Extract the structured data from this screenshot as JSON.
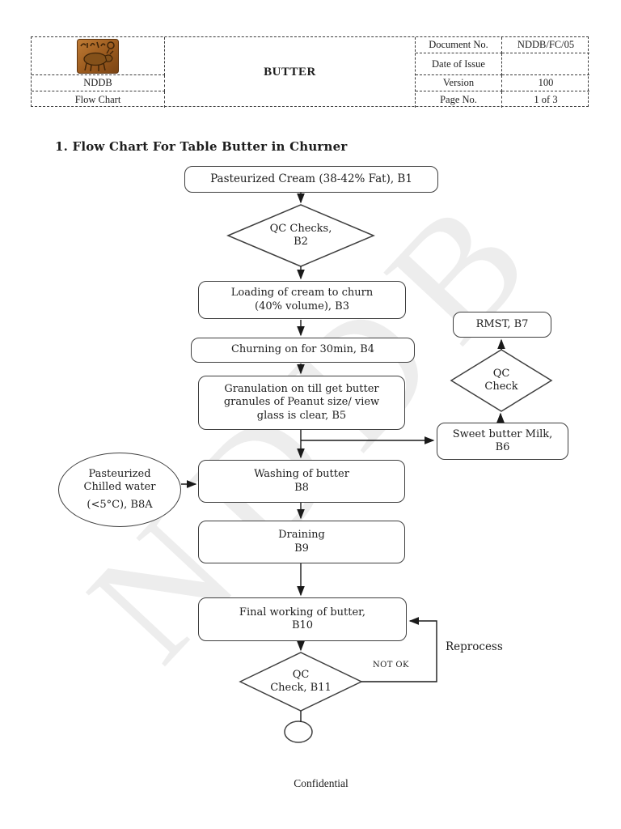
{
  "header": {
    "org": "NDDB",
    "doc_type": "Flow Chart",
    "product": "BUTTER",
    "logo": "nddb-seal-logo",
    "fields": [
      {
        "label": "Document No.",
        "value": "NDDB/FC/05"
      },
      {
        "label": "Date of Issue",
        "value": ""
      },
      {
        "label": "Version",
        "value": "100"
      },
      {
        "label": "Page No.",
        "value": "1 of 3"
      }
    ]
  },
  "title": "1. Flow Chart For  Table Butter in Churner",
  "flowchart": {
    "nodes": {
      "b1": {
        "line1": "Pasteurized Cream (38-42% Fat), B1"
      },
      "b2": {
        "line1": "QC Checks,",
        "line2": "B2"
      },
      "b3": {
        "line1": "Loading of cream to churn",
        "line2": "(40% volume), B3"
      },
      "b4": {
        "line1": "Churning on for 30min, B4"
      },
      "b5": {
        "line1": "Granulation on till get butter",
        "line2": "granules of Peanut size/ view",
        "line3": "glass is clear, B5"
      },
      "b6": {
        "line1": "Sweet butter Milk,",
        "line2": "B6"
      },
      "b7": {
        "line1": "RMST, B7"
      },
      "qc7": {
        "line1": "QC",
        "line2": "Check"
      },
      "b8a": {
        "line1": "Pasteurized",
        "line2": "Chilled water",
        "line3": "(<5°C), B8A"
      },
      "b8": {
        "line1": "Washing of butter",
        "line2": "B8"
      },
      "b9": {
        "line1": "Draining",
        "line2": "B9"
      },
      "b10": {
        "line1": "Final working of butter,",
        "line2": "B10"
      },
      "b11": {
        "line1": "QC",
        "line2": "Check, B11"
      }
    },
    "labels": {
      "not_ok": "NOT OK",
      "reprocess": "Reprocess"
    }
  },
  "watermark": "NDDB",
  "footer": "Confidential",
  "colors": {
    "node_border": "#3f3f3f",
    "wire": "#1a1a1a",
    "watermark": "#ededed",
    "logo_brown": "#9a5a1e"
  }
}
